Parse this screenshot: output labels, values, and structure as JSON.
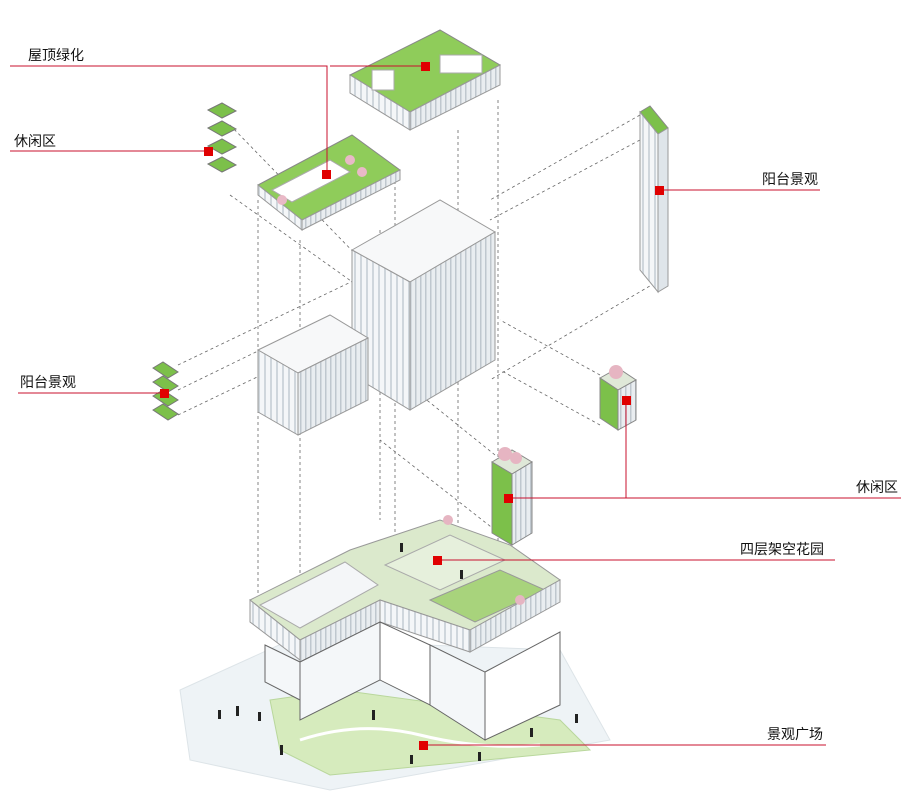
{
  "title": "Exploded axonometric landscape diagram",
  "colors": {
    "accent": "#cc1f1f",
    "marker": "#e00000",
    "green": "#7cc04a",
    "green_light": "#cfe6b4",
    "glass": "#eef2f5",
    "fin": "#d7dde2",
    "line": "#555555",
    "text": "#111111"
  },
  "labels": {
    "roof_green": "屋顶绿化",
    "leisure_left": "休闲区",
    "balcony_right": "阳台景观",
    "balcony_left": "阳台景观",
    "leisure_right": "休闲区",
    "podium_garden": "四层架空花园",
    "landscape_plaza": "景观广场"
  }
}
